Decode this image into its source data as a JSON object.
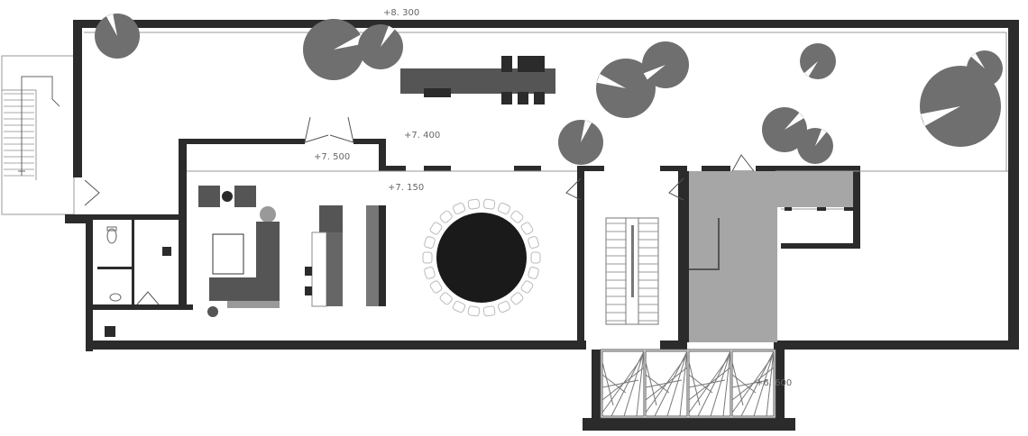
{
  "levels": {
    "roof_terrace": "+8. 300",
    "upper_step": "+7. 400",
    "mid_step": "+7. 500",
    "main_floor": "+7. 150",
    "lower_deck": "+6. 600"
  },
  "colors": {
    "wall": "#2b2b2b",
    "tree_canopy": "#6f6f6f",
    "tree_highlight": "#ffffff",
    "service_core": "#a6a6a6",
    "furniture_dark": "#444444",
    "round_table": "#1a1a1a",
    "chair_outline": "#bbbbbb",
    "background": "#ffffff"
  }
}
